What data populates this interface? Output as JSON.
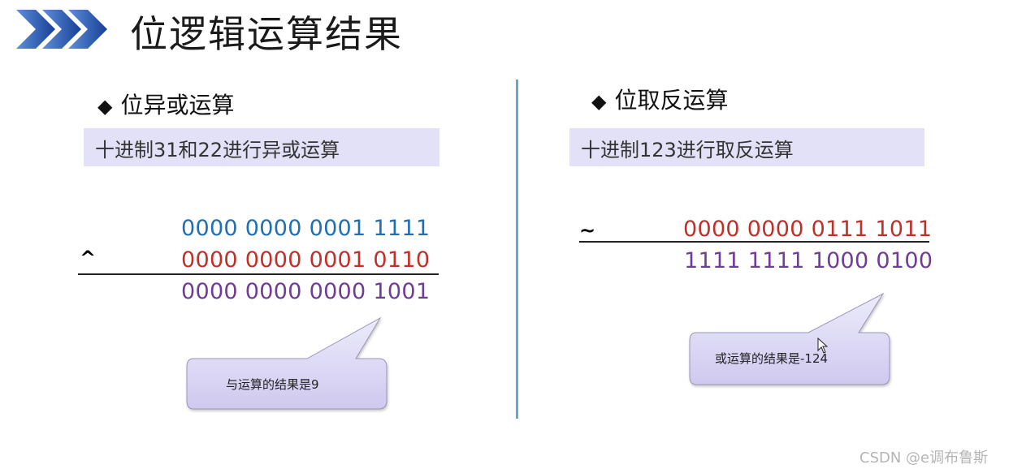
{
  "title": "位逻辑运算结果",
  "left": {
    "heading": "位异或运算",
    "bullet": "◆",
    "banner": "十进制31和22进行异或运算",
    "operator": "^",
    "operand1": "0000 0000 0001 1111",
    "operand2": "0000 0000 0001 0110",
    "result": "0000 0000 0000 1001",
    "callout": "与运算的结果是9"
  },
  "right": {
    "heading": "位取反运算",
    "bullet": "◆",
    "banner": "十进制123进行取反运算",
    "operator": "~",
    "operand": "0000 0000 0111 1011",
    "result": "1111 1111 1000 0100",
    "callout": "或运算的结果是-124"
  },
  "watermark": "CSDN @e调布鲁斯",
  "colors": {
    "blue": "#1f6fb2",
    "red": "#c0302a",
    "purple": "#6f3c97",
    "banner_bg": "#e3e1f7",
    "divider": "#69a7c6",
    "logo": "#1e4fa3"
  },
  "icons": [
    "chevrons-logo-icon",
    "diamond-bullet-icon",
    "callout-bubble"
  ]
}
